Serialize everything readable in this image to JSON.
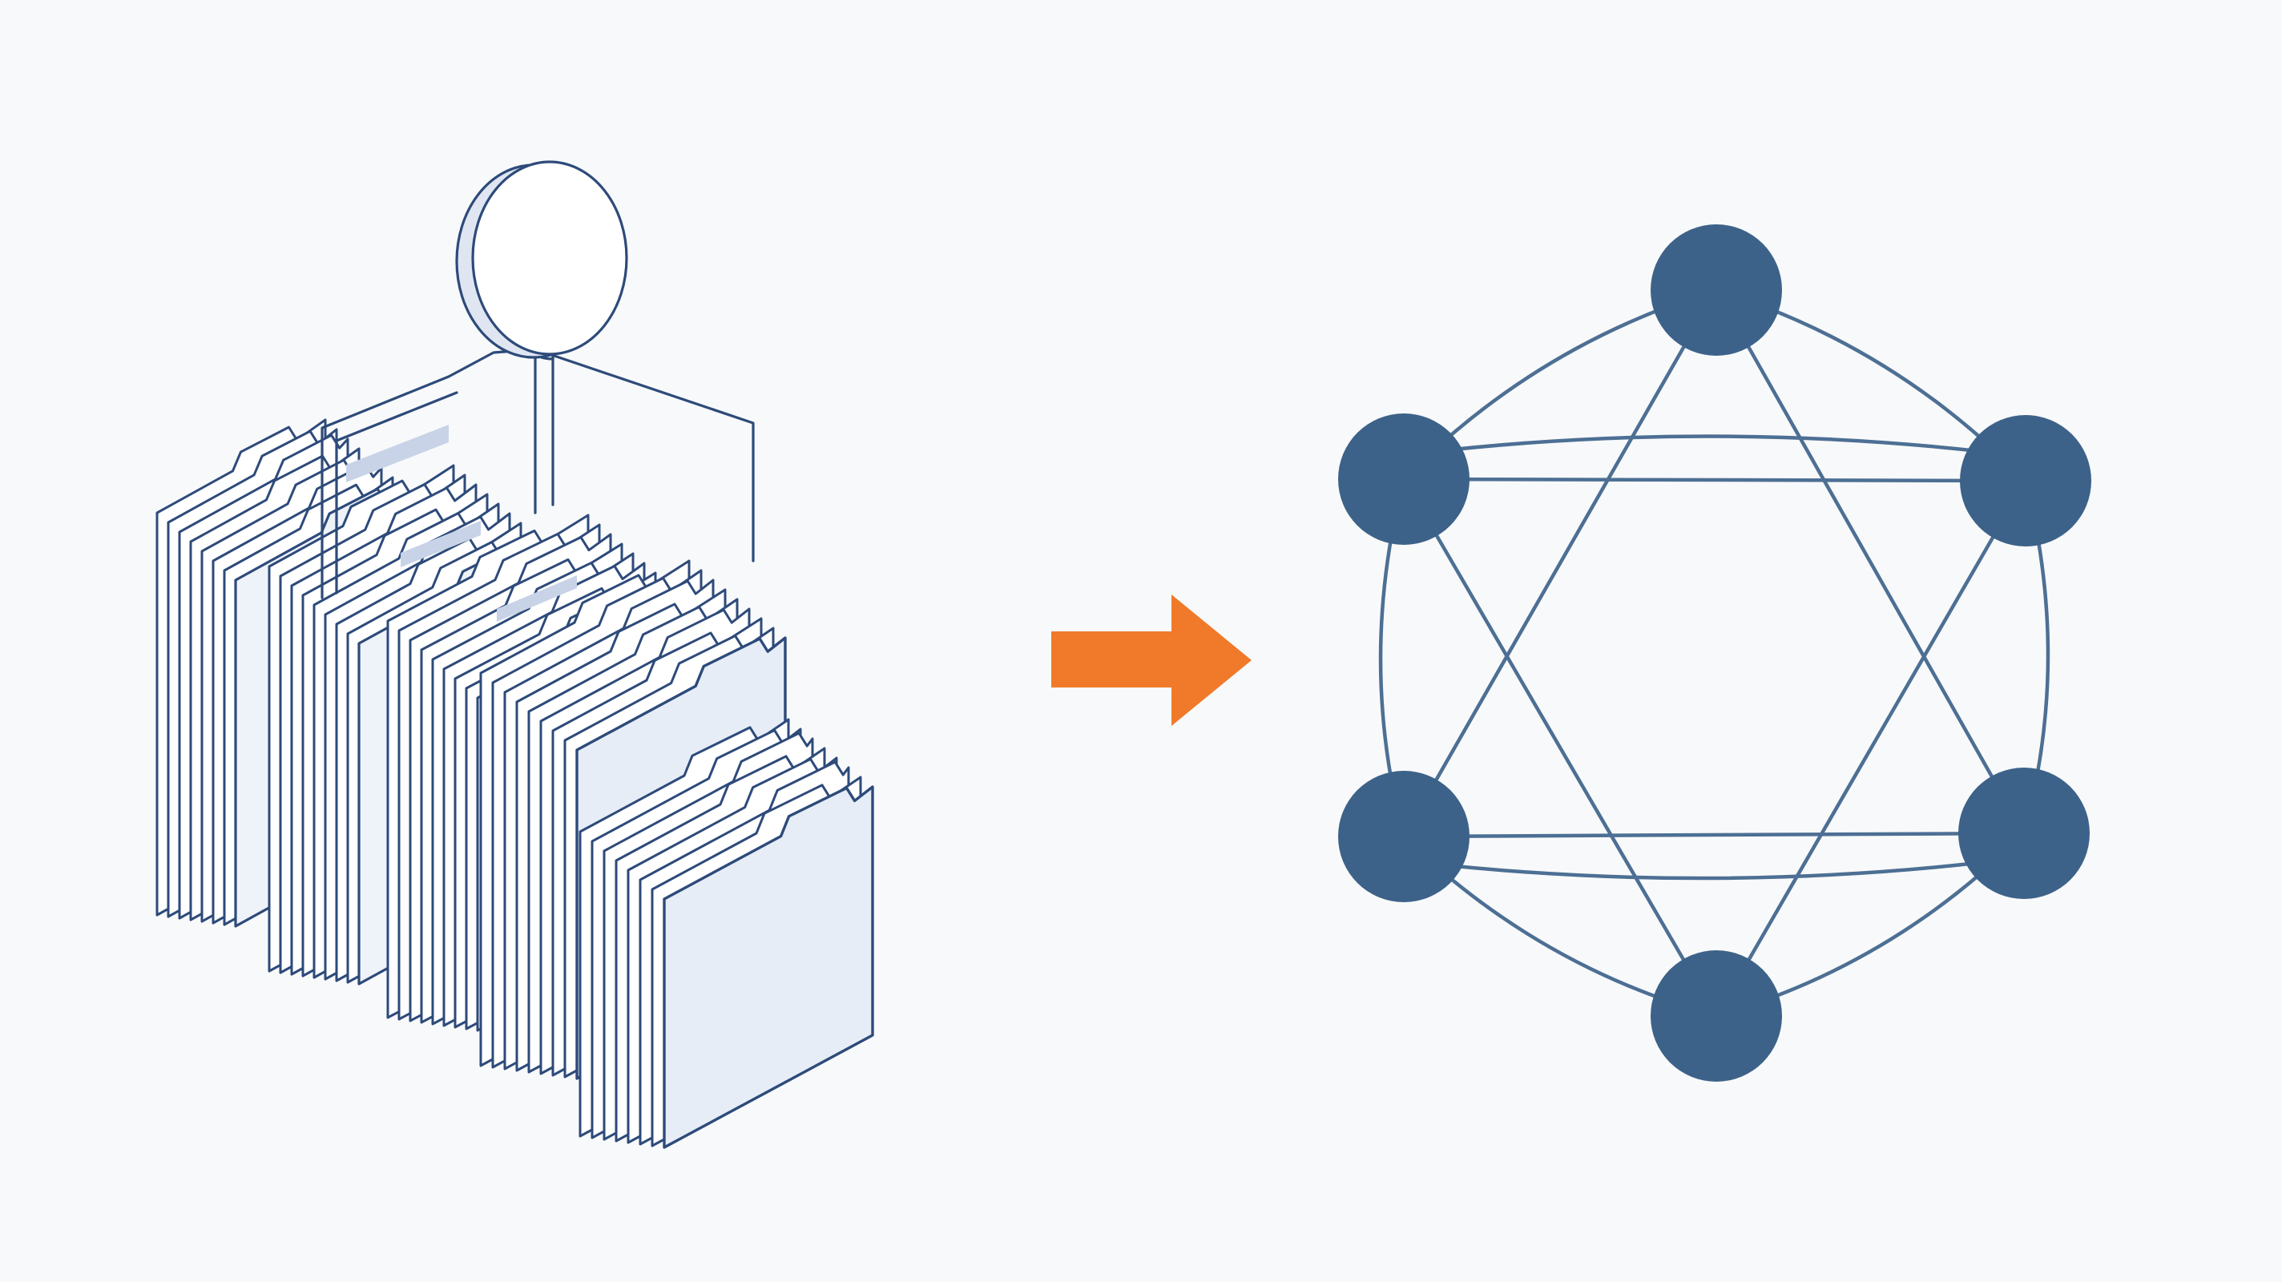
{
  "colors": {
    "background": "#f8f9fa",
    "outline": "#2d4a7a",
    "folder_fill": "#eef2f9",
    "arrow": "#f07a2a",
    "node": "#3d6289",
    "link": "#4d6f94"
  },
  "diagram": {
    "left": {
      "icon": "file-folders-icon",
      "folder_groups": 5
    },
    "arrow": {
      "icon": "arrow-right-icon",
      "direction": "right"
    },
    "right": {
      "icon": "network-graph-icon",
      "node_count": 6,
      "nodes": [
        "top",
        "upper-right",
        "lower-right",
        "bottom",
        "lower-left",
        "upper-left"
      ],
      "connections": "ring-and-hexagram"
    }
  }
}
